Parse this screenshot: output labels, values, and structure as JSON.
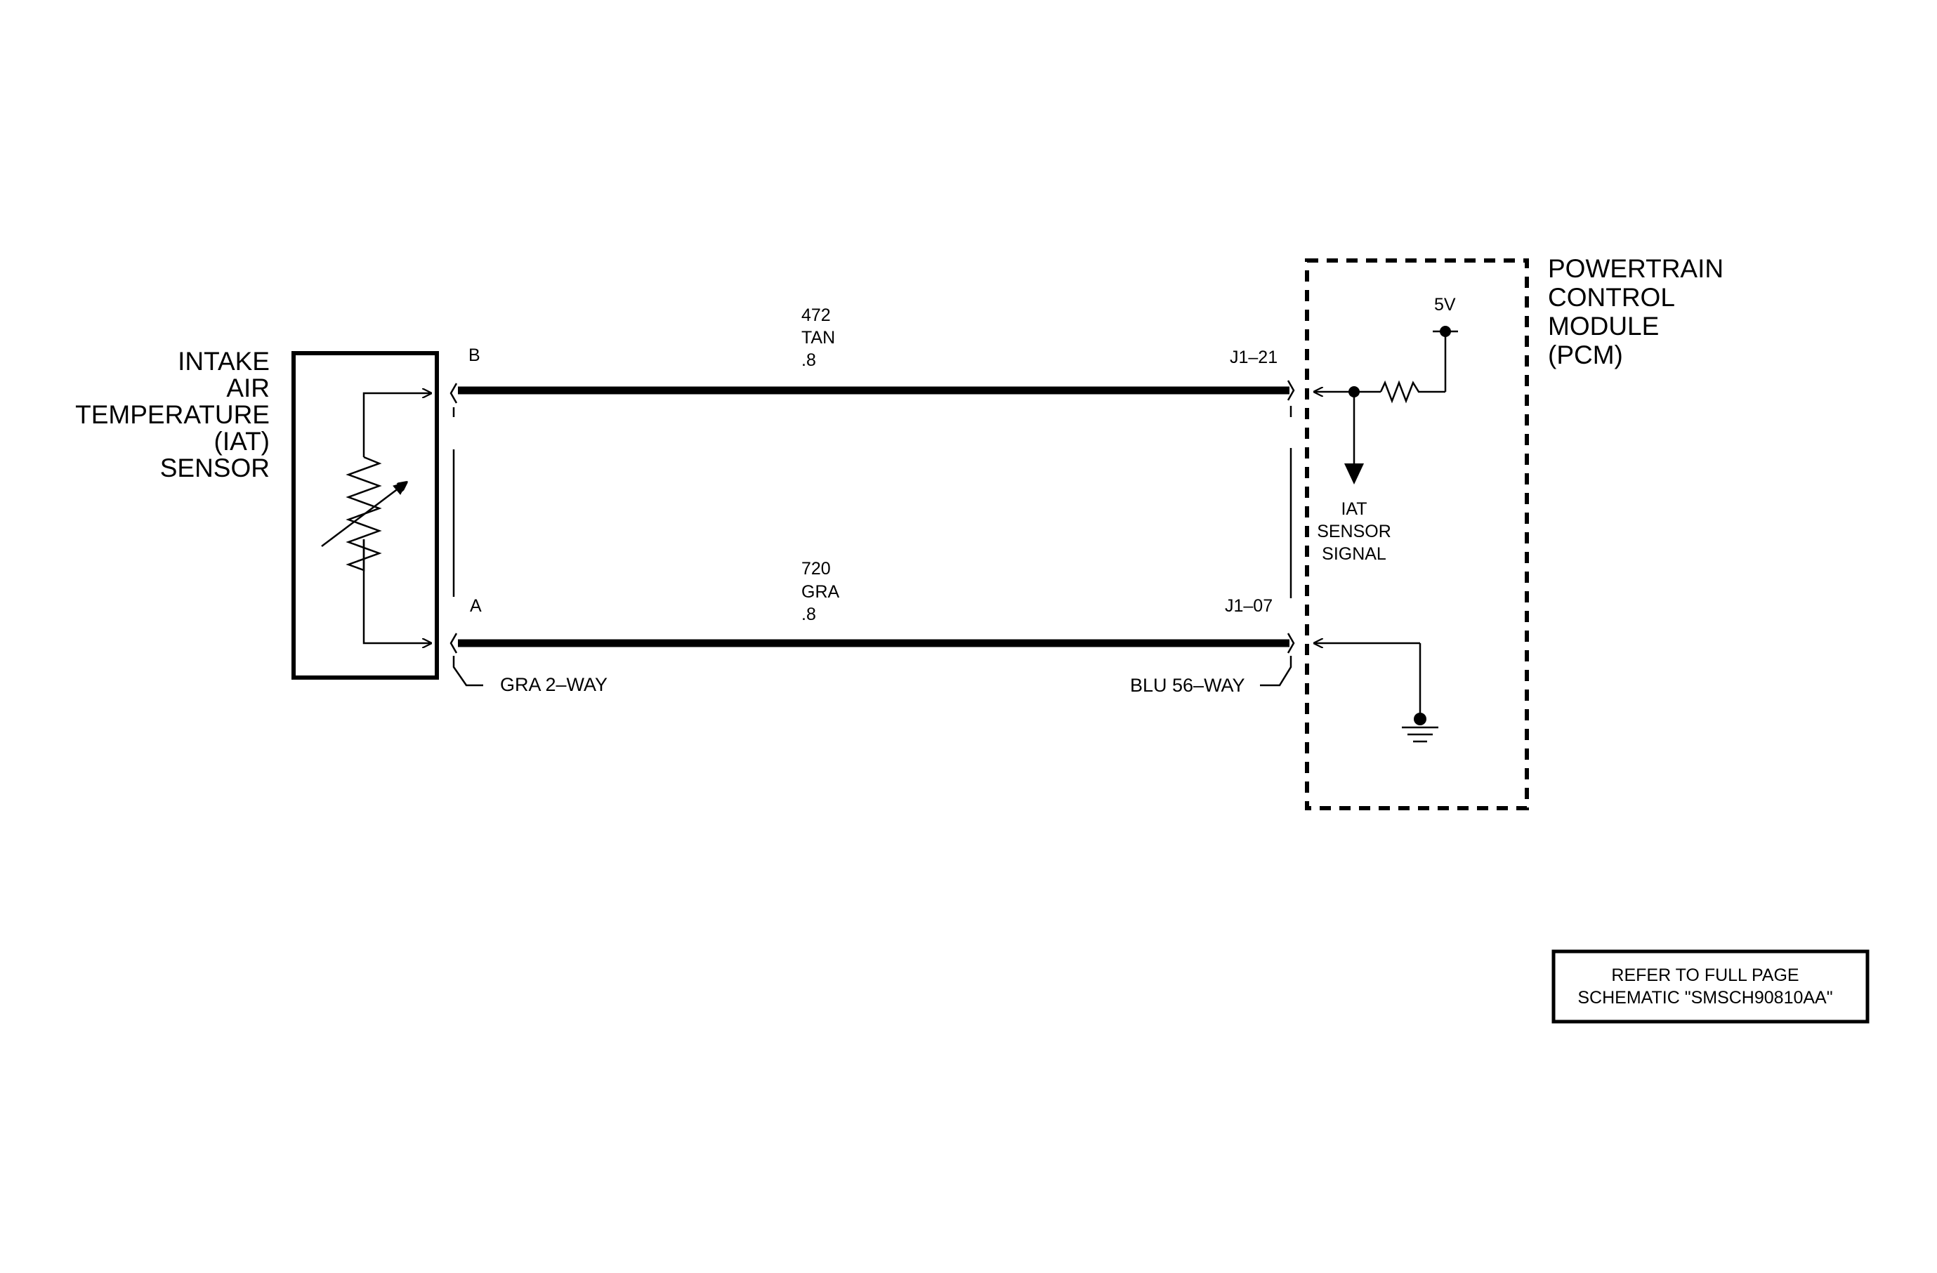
{
  "sensor": {
    "name_lines": [
      "INTAKE",
      "AIR",
      "TEMPERATURE",
      "(IAT)",
      "SENSOR"
    ],
    "pin_b": "B",
    "pin_a": "A",
    "connector": "GRA 2–WAY"
  },
  "pcm": {
    "name_lines": [
      "POWERTRAIN",
      "CONTROL",
      "MODULE",
      "(PCM)"
    ],
    "supply": "5V",
    "signal_lines": [
      "IAT",
      "SENSOR",
      "SIGNAL"
    ],
    "pin_top": "J1–21",
    "pin_bottom": "J1–07",
    "connector": "BLU 56–WAY"
  },
  "wires": {
    "top": {
      "circuit": "472",
      "color": "TAN",
      "size": ".8"
    },
    "bottom": {
      "circuit": "720",
      "color": "GRA",
      "size": ".8"
    }
  },
  "note": {
    "lines": [
      "REFER TO FULL PAGE",
      "SCHEMATIC \"SMSCH90810AA\""
    ]
  }
}
